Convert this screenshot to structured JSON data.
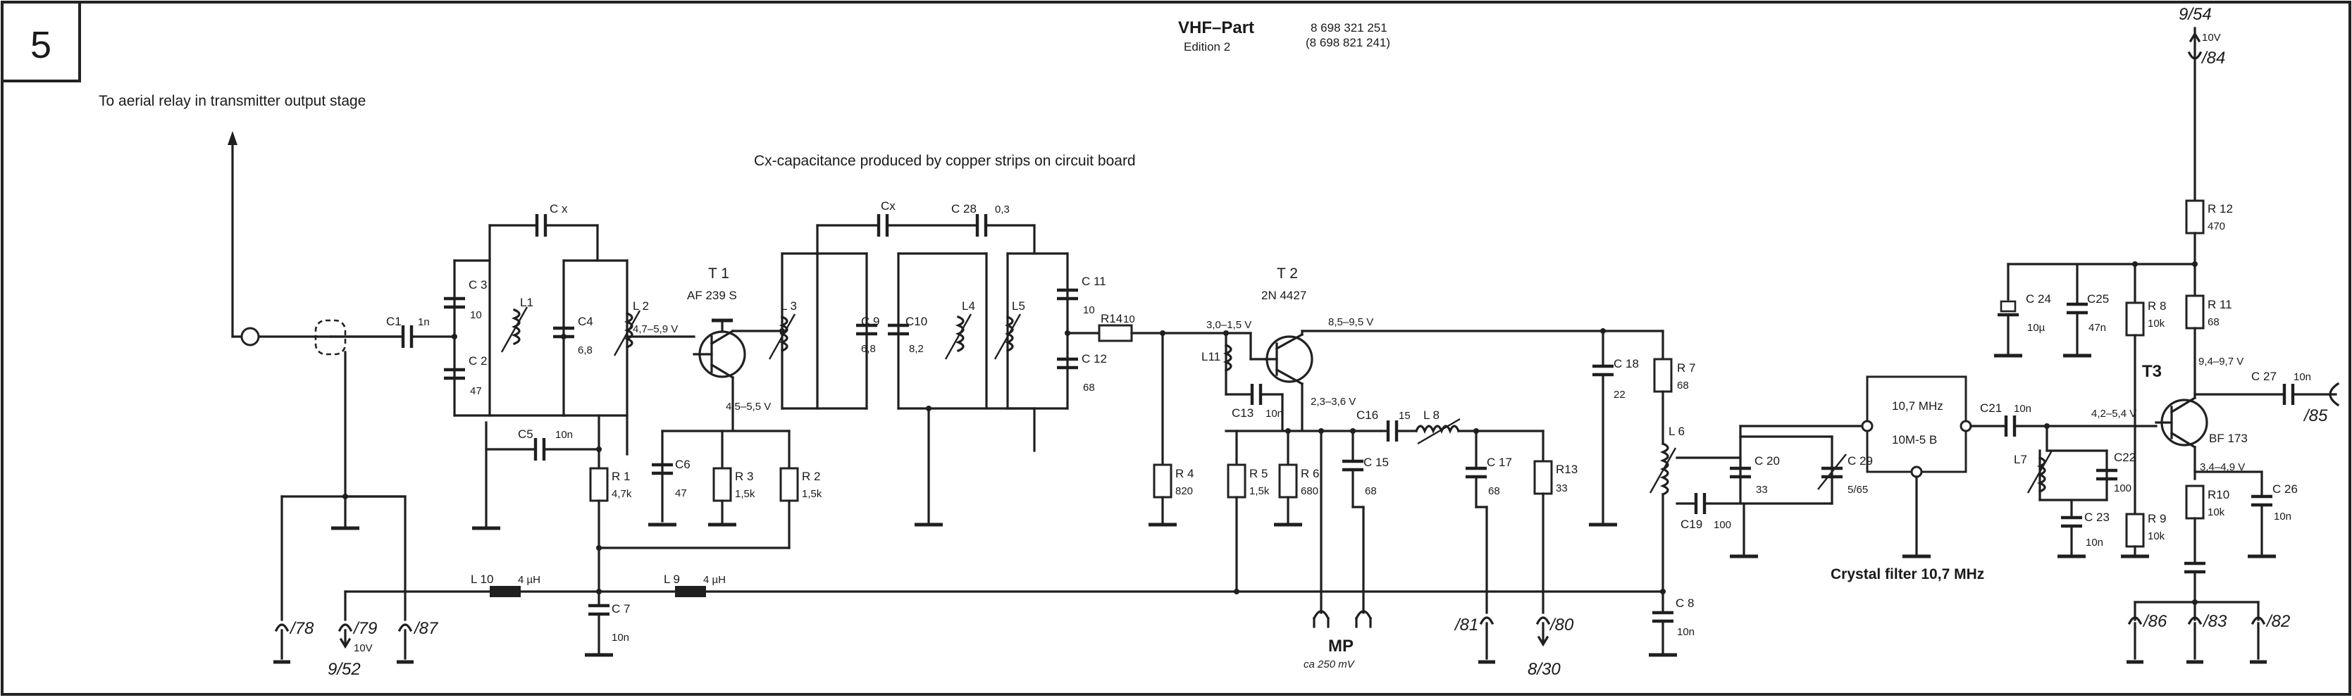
{
  "page_number": "5",
  "title": {
    "name": "VHF–Part",
    "edition": "Edition   2",
    "part_no_1": "8 698 321 251",
    "part_no_2": "(8 698 821 241)"
  },
  "notes": {
    "aerial": "To aerial relay in transmitter output stage",
    "cx": "Cx-capacitance produced by copper strips on circuit board",
    "crystal": "Crystal filter 10,7 MHz"
  },
  "crystal_filter": {
    "line1": "10,7 MHz",
    "line2": "10M-5 B"
  },
  "transistors": {
    "t1": {
      "ref": "T 1",
      "type": "AF 239 S"
    },
    "t2": {
      "ref": "T 2",
      "type": "2N 4427"
    },
    "t3": {
      "ref": "T3",
      "type": "BF 173"
    }
  },
  "voltages": {
    "t1_in": "4,7–5,9 V",
    "t1_e": "4,5–5,5 V",
    "t2_b": "3,0–1,5 V",
    "t2_c": "8,5–9,5 V",
    "t2_e": "2,3–3,6 V",
    "t3_c": "9,4–9,7 V",
    "t3_b": "4,2–5,4 V",
    "t3_e": "3,4–4,9 V"
  },
  "components": {
    "c1": "C1",
    "c1v": "1n",
    "c2": "C 2",
    "c2v": "47",
    "c3": "C 3",
    "c3v": "10",
    "c4": "C4",
    "c4v": "6,8",
    "c5": "C5",
    "c5v": "10n",
    "c6": "C6",
    "c6v": "47",
    "c7": "C 7",
    "c7v": "10n",
    "c8": "C 8",
    "c8v": "10n",
    "c9": "C 9",
    "c9v": "6,8",
    "c10": "C10",
    "c10v": "8,2",
    "c11": "C 11",
    "c11v": "10",
    "c12": "C 12",
    "c12v": "68",
    "c13": "C13",
    "c13v": "10n",
    "c15": "C 15",
    "c15v": "68",
    "c16": "C16",
    "c16v": "15",
    "c17": "C 17",
    "c17v": "68",
    "c18": "C 18",
    "c18v": "22",
    "c19": "C19",
    "c19v": "100",
    "c20": "C 20",
    "c20v": "33",
    "c21": "C21",
    "c21v": "10n",
    "c22": "C22",
    "c22v": "100",
    "c23": "C 23",
    "c23v": "10n",
    "c24": "C 24",
    "c24v": "10µ",
    "c25": "C25",
    "c25v": "47n",
    "c26": "C 26",
    "c26v": "10n",
    "c27": "C 27",
    "c27v": "10n",
    "c28": "C 28",
    "c28v": "0,3",
    "c29": "C 29",
    "c29v": "5/65",
    "cx1": "C x",
    "cx2": "Cx",
    "r1": "R 1",
    "r1v": "4,7k",
    "r2": "R 2",
    "r2v": "1,5k",
    "r3": "R 3",
    "r3v": "1,5k",
    "r4": "R 4",
    "r4v": "820",
    "r5": "R 5",
    "r5v": "1,5k",
    "r6": "R 6",
    "r6v": "680",
    "r7": "R 7",
    "r7v": "68",
    "r8": "R 8",
    "r8v": "10k",
    "r9": "R 9",
    "r9v": "10k",
    "r10": "R10",
    "r10v": "10k",
    "r11": "R 11",
    "r11v": "68",
    "r12": "R 12",
    "r12v": "470",
    "r13": "R13",
    "r13v": "33",
    "r14": "R14",
    "r14v": "10",
    "l1": "L1",
    "l2": "L 2",
    "l3": "L 3",
    "l4": "L4",
    "l5": "L5",
    "l6": "L 6",
    "l7": "L7",
    "l8": "L 8",
    "l9": "L 9",
    "l9v": "4 µH",
    "l10": "L 10",
    "l10v": "4 µH",
    "l11": "L11"
  },
  "terminals": {
    "t178": "/78",
    "t179": "/79",
    "t179v": "10V",
    "t179s": "9/52",
    "t187": "/87",
    "t181": "/81",
    "t180": "/80",
    "t180s": "8/30",
    "t186": "/86",
    "t183": "/83",
    "t182": "/82",
    "t185": "/85",
    "top1": "9/54",
    "top2": "10V",
    "top3": "/84"
  },
  "mp": {
    "label": "MP",
    "value": "ca 250 mV"
  }
}
